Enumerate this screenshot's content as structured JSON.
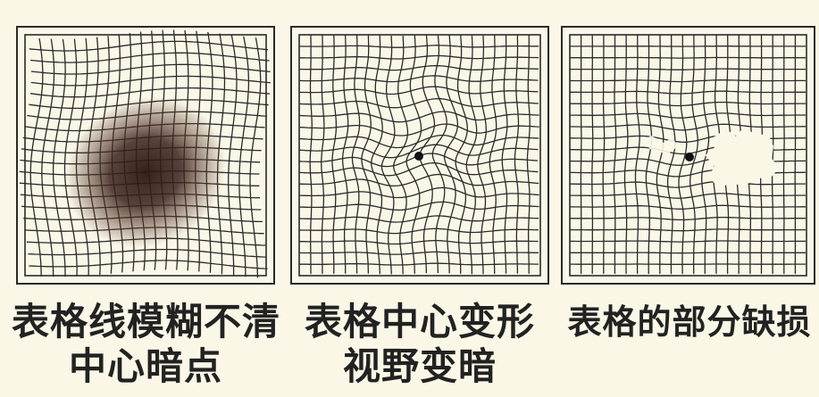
{
  "panels": [
    {
      "id": "blurry-dark-center",
      "caption_lines": [
        "表格线模糊不清",
        "中心暗点"
      ]
    },
    {
      "id": "center-distortion",
      "caption_lines": [
        "表格中心变形",
        "视野变暗"
      ]
    },
    {
      "id": "partial-loss",
      "caption_lines": [
        "表格的部分缺损"
      ]
    }
  ],
  "colors": {
    "background": "#fbf7e7",
    "grid_line": "#2a2a2a",
    "dark_spot": "#3a231c",
    "missing_area": "#fbf7e7"
  },
  "grid_cells": 21
}
